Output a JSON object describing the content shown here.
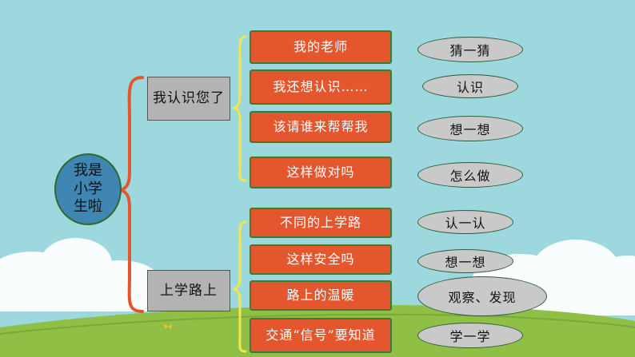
{
  "colors": {
    "sky": "#9ed8df",
    "grass": "#8fbf45",
    "lesson_fill": "#e4572e",
    "activity_fill": "#c9c9c9",
    "unit_fill": "#b3b3b3",
    "root_fill": "#3f86b3",
    "root_brace": "#e4572e",
    "unit_brace": "#f2e64a"
  },
  "root": {
    "label": "我是小学生啦"
  },
  "units": [
    {
      "label": "我认识您了",
      "lessons": [
        {
          "label": "我的老师",
          "activity": "猜一猜"
        },
        {
          "label": "我还想认识……",
          "activity": "认识"
        },
        {
          "label": "该请谁来帮帮我",
          "activity": "想一想"
        },
        {
          "label": "这样做对吗",
          "activity": "怎么做"
        }
      ]
    },
    {
      "label": "上学路上",
      "lessons": [
        {
          "label": "不同的上学路",
          "activity": "认一认"
        },
        {
          "label": "这样安全吗",
          "activity": "想一想"
        },
        {
          "label": "路上的温暖",
          "activity": "观察、发现"
        },
        {
          "label": "交通“信号”要知道",
          "activity": "学一学"
        }
      ]
    }
  ]
}
